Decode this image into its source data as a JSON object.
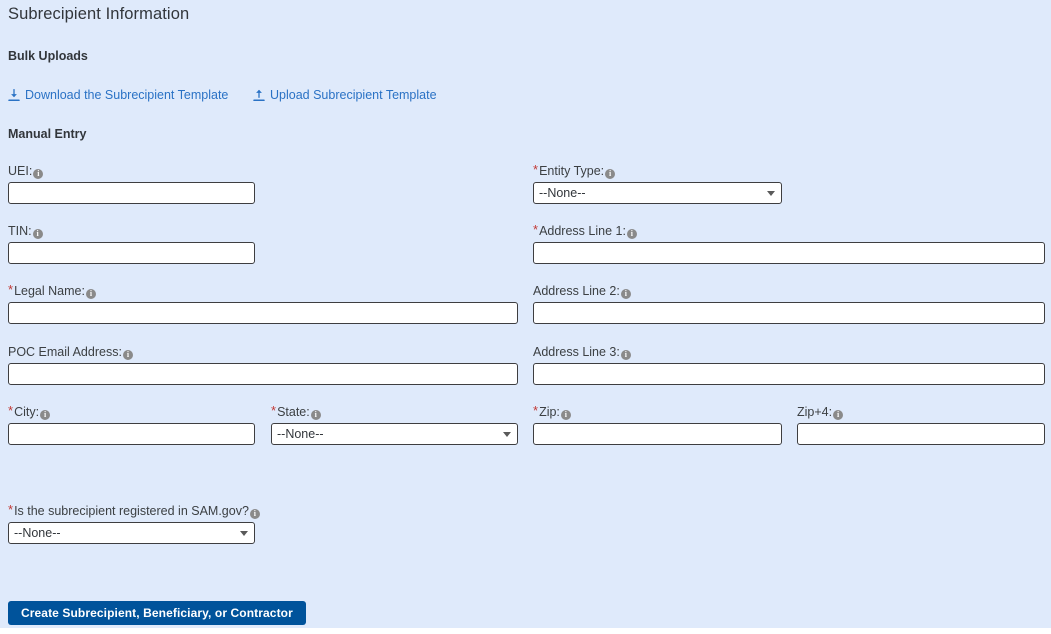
{
  "page": {
    "title": "Subrecipient Information",
    "background_color": "#dfeafb",
    "accent_color": "#00539b",
    "link_color": "#2a72c5",
    "required_marker_color": "#c23934"
  },
  "sections": {
    "bulk_uploads": {
      "heading": "Bulk Uploads",
      "links": [
        {
          "label": "Download the Subrecipient Template",
          "icon": "download-icon"
        },
        {
          "label": "Upload Subrecipient Template",
          "icon": "upload-icon"
        }
      ]
    },
    "manual_entry": {
      "heading": "Manual Entry"
    }
  },
  "form": {
    "uei": {
      "label": "UEI:",
      "required": false,
      "value": "",
      "placeholder": "",
      "info": "i"
    },
    "entity_type": {
      "label": "Entity Type:",
      "required": true,
      "value": "--None--",
      "options": [
        "--None--"
      ],
      "info": "i"
    },
    "tin": {
      "label": "TIN:",
      "required": false,
      "value": "",
      "placeholder": "",
      "info": "i"
    },
    "address_line_1": {
      "label": "Address Line 1:",
      "required": true,
      "value": "",
      "placeholder": "",
      "info": "i"
    },
    "legal_name": {
      "label": "Legal Name:",
      "required": true,
      "value": "",
      "placeholder": "",
      "info": "i"
    },
    "address_line_2": {
      "label": "Address Line 2:",
      "required": false,
      "value": "",
      "placeholder": "",
      "info": "i"
    },
    "poc_email": {
      "label": "POC Email Address:",
      "required": false,
      "value": "",
      "placeholder": "",
      "info": "i"
    },
    "address_line_3": {
      "label": "Address Line 3:",
      "required": false,
      "value": "",
      "placeholder": "",
      "info": "i"
    },
    "city": {
      "label": "City:",
      "required": true,
      "value": "",
      "placeholder": "",
      "info": "i"
    },
    "state": {
      "label": "State:",
      "required": true,
      "value": "--None--",
      "options": [
        "--None--"
      ],
      "info": "i"
    },
    "zip": {
      "label": "Zip:",
      "required": true,
      "value": "",
      "placeholder": "",
      "info": "i"
    },
    "zip4": {
      "label": "Zip+4:",
      "required": false,
      "value": "",
      "placeholder": "",
      "info": "i"
    },
    "sam_registered": {
      "label": "Is the subrecipient registered in SAM.gov?",
      "required": true,
      "value": "--None--",
      "options": [
        "--None--"
      ],
      "info": "i"
    }
  },
  "actions": {
    "submit_label": "Create Subrecipient, Beneficiary, or Contractor"
  }
}
